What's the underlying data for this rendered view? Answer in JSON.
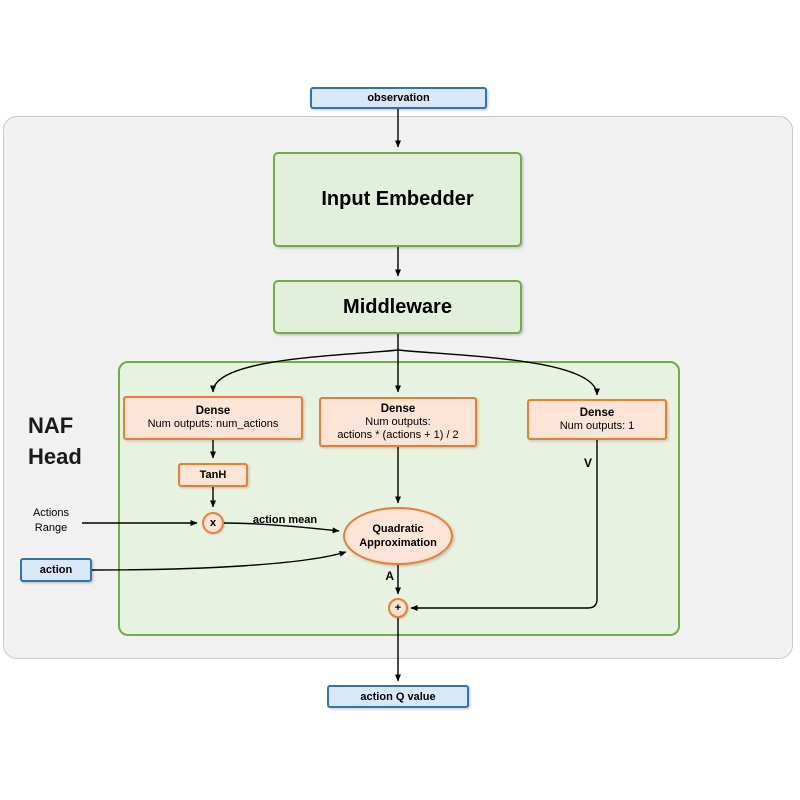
{
  "nodes": {
    "observation": {
      "label": "observation"
    },
    "input_embedder": {
      "label": "Input Embedder"
    },
    "middleware": {
      "label": "Middleware"
    },
    "naf_head": {
      "line1": "NAF",
      "line2": "Head"
    },
    "dense_actions": {
      "title": "Dense",
      "line2": "Num outputs: num_actions"
    },
    "dense_matrix": {
      "title": "Dense",
      "line2": "Num outputs:",
      "line3": "actions * (actions + 1) / 2"
    },
    "dense_value": {
      "title": "Dense",
      "line2": "Num outputs: 1"
    },
    "tanh": {
      "label": "TanH"
    },
    "multiply_op": {
      "label": "x"
    },
    "quadratic_approximation": {
      "line1": "Quadratic",
      "line2": "Approximation"
    },
    "add_op": {
      "label": "+"
    },
    "action_input": {
      "label": "action"
    },
    "actions_range": {
      "line1": "Actions",
      "line2": "Range"
    },
    "action_q_value": {
      "label": "action Q value"
    }
  },
  "edge_labels": {
    "action_mean": "action mean",
    "state_value": "V",
    "advantage": "A"
  },
  "colors": {
    "blue_fill": "#d9e8f6",
    "blue_border": "#2e74b5",
    "green_fill": "#e2efda",
    "green_border": "#70ad47",
    "orange_fill": "#fce4d6",
    "orange_border": "#ed7d31",
    "gray_fill": "#f1f1f2",
    "gray_border": "#c7c8c9",
    "edge_line": "#000000"
  }
}
